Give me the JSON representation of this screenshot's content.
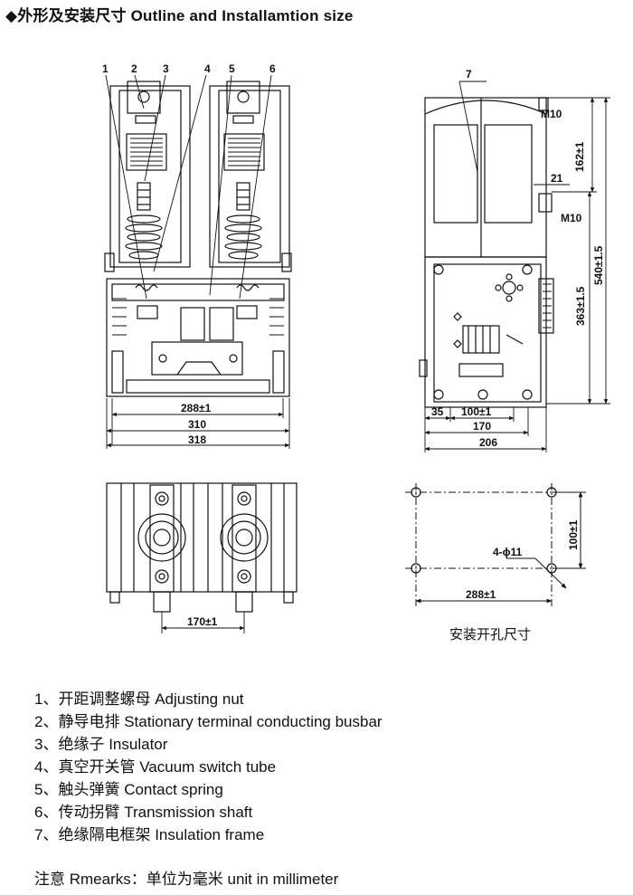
{
  "title": {
    "bullet": "◆",
    "cn": "外形及安装尺寸",
    "en": "Outline and Installamtion size"
  },
  "callouts": [
    "1",
    "2",
    "3",
    "4",
    "5",
    "6",
    "7"
  ],
  "front_dims": {
    "d288": "288±1",
    "d310": "310",
    "d318": "318"
  },
  "side_dims": {
    "m10_top": "M10",
    "m10_mid": "M10",
    "d21": "21",
    "d162": "162±1",
    "d540": "540±1.5",
    "d363": "363±1.5",
    "d35": "35",
    "d100": "100±1",
    "d170": "170",
    "d206": "206"
  },
  "plan_dims": {
    "d170": "170±1"
  },
  "hole_dims": {
    "holes": "4-ϕ11",
    "d100": "100±1",
    "d288": "288±1"
  },
  "hole_caption": "安装开孔尺寸",
  "legend": [
    {
      "num": "1、",
      "cn": "开距调整螺母",
      "en": "Adjusting nut"
    },
    {
      "num": "2、",
      "cn": "静导电排",
      "en": "Stationary terminal conducting busbar"
    },
    {
      "num": "3、",
      "cn": "绝缘子",
      "en": "Insulator"
    },
    {
      "num": "4、",
      "cn": "真空开关管",
      "en": "Vacuum switch tube"
    },
    {
      "num": "5、",
      "cn": "触头弹簧",
      "en": "Contact spring"
    },
    {
      "num": "6、",
      "cn": "传动拐臂",
      "en": "Transmission shaft"
    },
    {
      "num": "7、",
      "cn": "绝缘隔电框架",
      "en": "Insulation frame"
    }
  ],
  "remarks": {
    "label_cn": "注意",
    "label_en": "Rmearks",
    "colon": "：",
    "text_cn": "单位为毫米",
    "text_en": "unit in millimeter"
  }
}
